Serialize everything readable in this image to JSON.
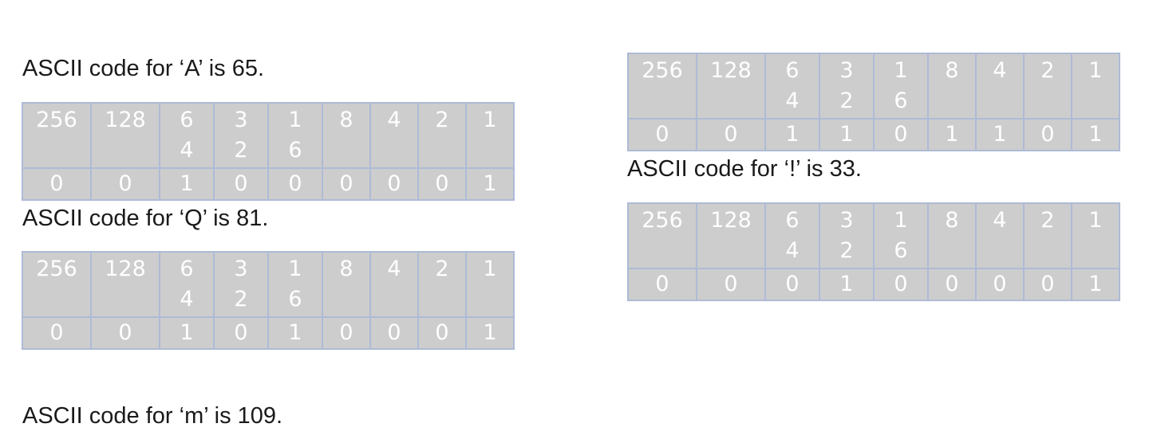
{
  "blocks": [
    {
      "caption": "ASCII code for ‘A’ is 65.",
      "headers": [
        "256",
        "128",
        "64",
        "32",
        "16",
        "8",
        "4",
        "2",
        "1"
      ],
      "bits": [
        "0",
        "0",
        "1",
        "0",
        "0",
        "0",
        "0",
        "0",
        "1"
      ]
    },
    {
      "caption": "ASCII code for ‘Q’ is 81.",
      "headers": [
        "256",
        "128",
        "64",
        "32",
        "16",
        "8",
        "4",
        "2",
        "1"
      ],
      "bits": [
        "0",
        "0",
        "1",
        "0",
        "1",
        "0",
        "0",
        "0",
        "1"
      ]
    },
    {
      "caption": "ASCII code for ‘m’ is 109.",
      "headers": [
        "256",
        "128",
        "64",
        "32",
        "16",
        "8",
        "4",
        "2",
        "1"
      ],
      "bits": [
        "0",
        "0",
        "1",
        "1",
        "0",
        "1",
        "1",
        "0",
        "1"
      ]
    },
    {
      "caption": "ASCII code for ‘!’ is 33.",
      "headers": [
        "256",
        "128",
        "64",
        "32",
        "16",
        "8",
        "4",
        "2",
        "1"
      ],
      "bits": [
        "0",
        "0",
        "0",
        "1",
        "0",
        "0",
        "0",
        "0",
        "1"
      ]
    }
  ]
}
